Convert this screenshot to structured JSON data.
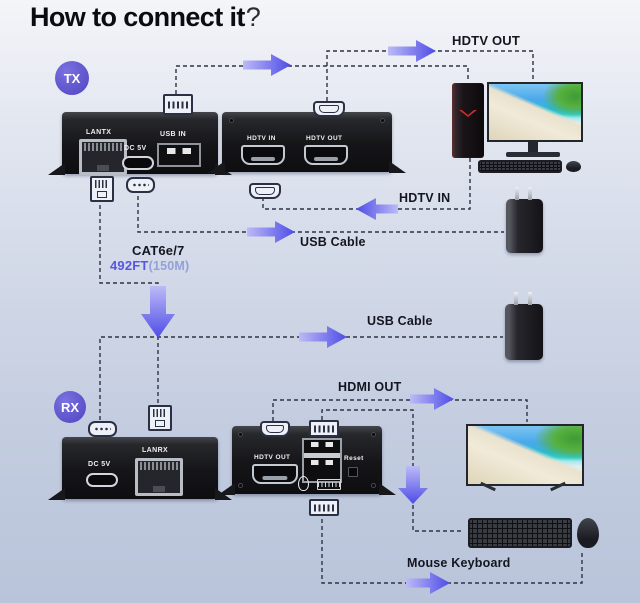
{
  "title": {
    "text": "How to connect it",
    "question_mark": "?"
  },
  "badges": {
    "tx": "TX",
    "rx": "RX"
  },
  "devices": {
    "tx_rear": {
      "lan": "LANTX",
      "power": "DC 5V",
      "usb": "USB IN"
    },
    "tx_front": {
      "hdmi_in": "HDTV IN",
      "hdmi_out": "HDTV OUT"
    },
    "rx_rear": {
      "power": "DC 5V",
      "lan": "LANRX"
    },
    "rx_front": {
      "hdmi_out": "HDTV OUT",
      "reset": "Reset"
    }
  },
  "labels": {
    "hdtv_out_top": "HDTV OUT",
    "hdtv_in": "HDTV IN",
    "usb_cable_top": "USB Cable",
    "cat_type": "CAT6e/7",
    "cat_length_ft": "492FT",
    "cat_length_m": "(150M)",
    "usb_cable_bottom": "USB Cable",
    "hdmi_out_bottom": "HDMI OUT",
    "mouse_keyboard": "Mouse Keyboard"
  },
  "icons": [
    "usb-plug-icon",
    "hdmi-plug-icon",
    "rj45-plug-icon",
    "usbc-plug-icon",
    "mouse-icon",
    "keyboard-icon",
    "arrow-icon"
  ],
  "colors": {
    "arrow_head": "#4e4ce6",
    "arrow_tail": "#bcbaf6",
    "badge": "#6157cf",
    "cat_length_ft": "#5a55e0",
    "cat_length_m": "#93a1d8",
    "wire": "#2e3344",
    "accent_red": "#c62c2c"
  }
}
